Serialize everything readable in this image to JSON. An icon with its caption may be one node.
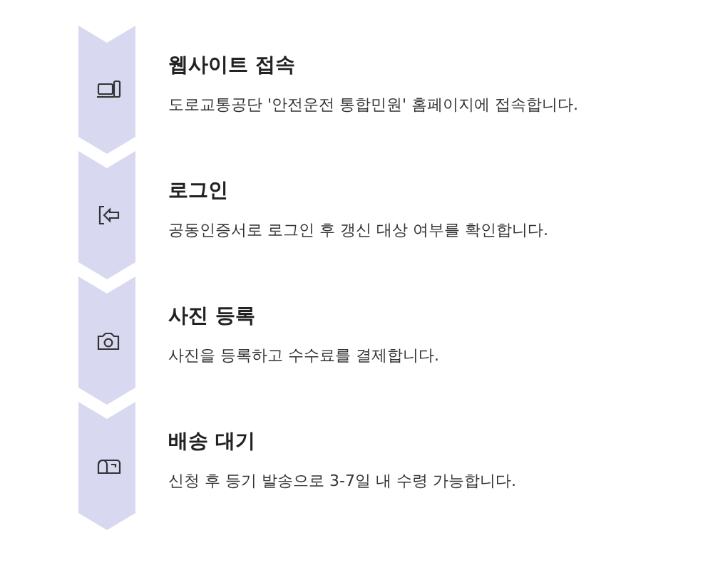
{
  "diagram": {
    "nodes": [
      {
        "text": [
          "웹사이트 접속",
          "도로교통공단 '안전운전 통합민원' 홈페이지에 접속합니다."
        ]
      },
      {
        "text": [
          "로그인",
          "공동인증서로 로그인 후 갱신 대상 여부를 확인합니다."
        ]
      },
      {
        "text": [
          "사진 등록",
          "사진을 등록하고 수수료를 결제합니다."
        ]
      },
      {
        "text": [
          "배송 대기",
          "신청 후 등기 발송으로 3-7일 내 수령 가능합니다."
        ]
      }
    ]
  }
}
